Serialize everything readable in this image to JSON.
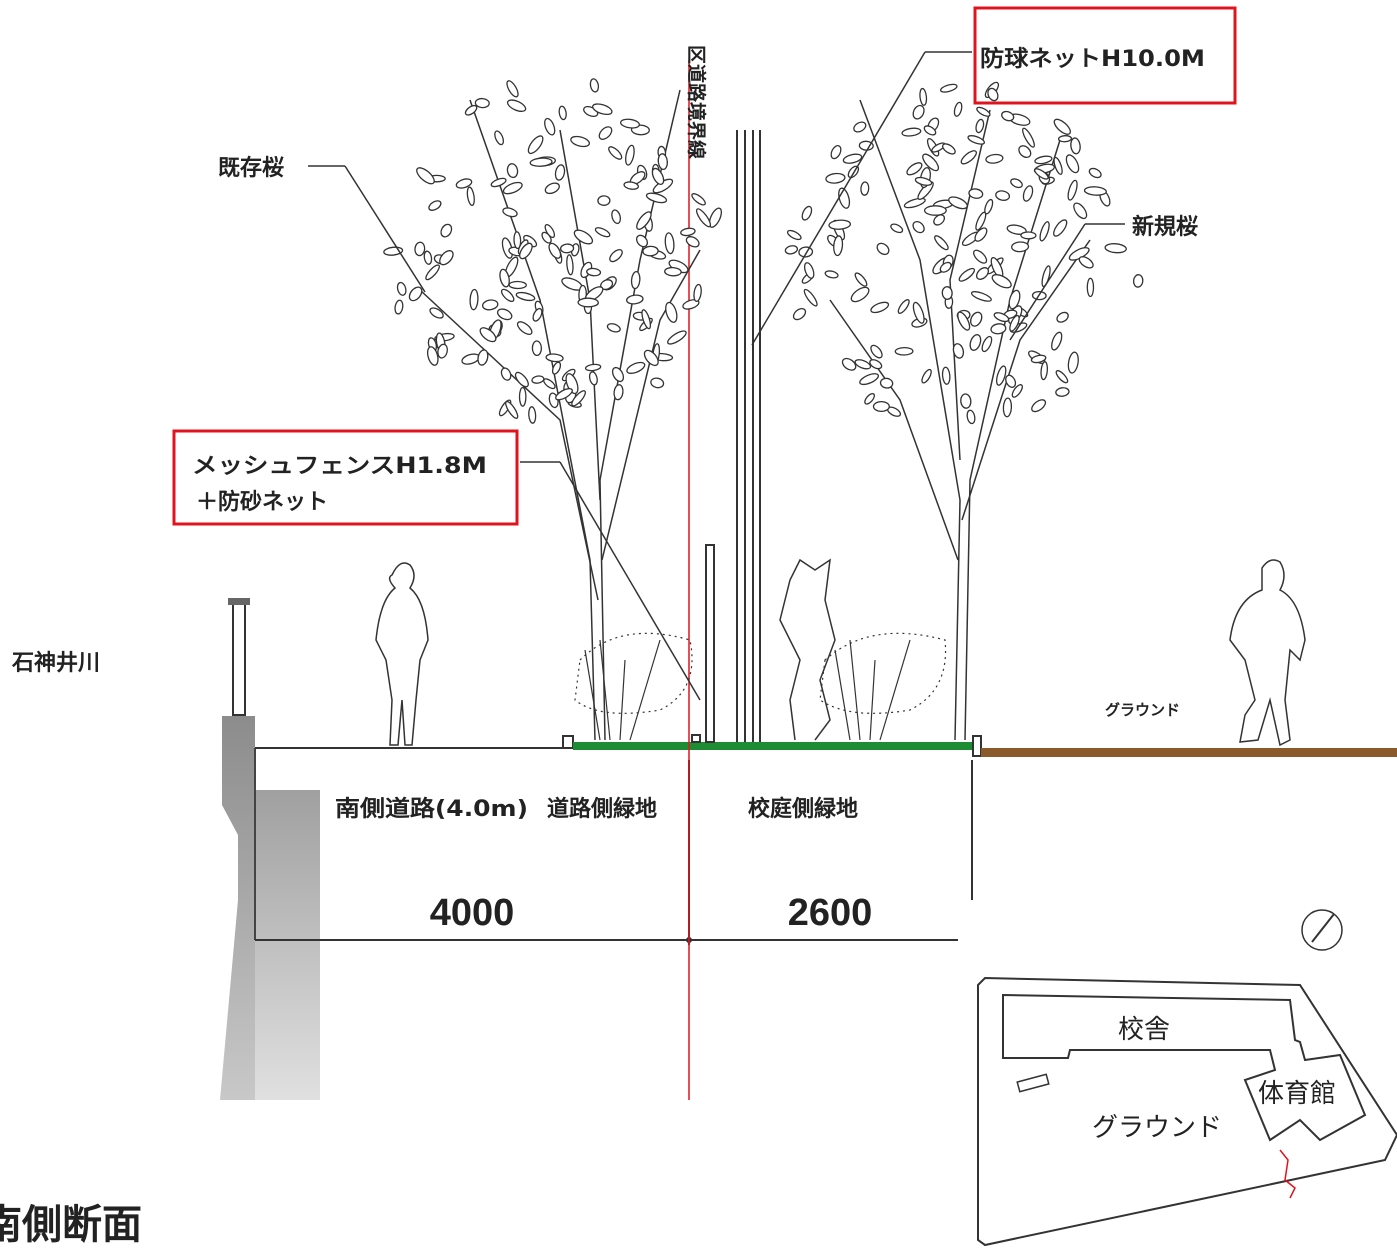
{
  "title": "南側断面",
  "labels": {
    "existing_cherry": "既存桜",
    "new_cherry": "新規桜",
    "ball_net": "防球ネットH10.0M",
    "mesh_fence_line1": "メッシュフェンスH1.8M",
    "mesh_fence_line2": "＋防砂ネット",
    "boundary_line": "区道路境界線",
    "river": "石神井川",
    "ground": "グラウンド",
    "south_road": "南側道路(4.0m)",
    "road_side_green": "道路側緑地",
    "school_side_green": "校庭側緑地"
  },
  "dimensions": {
    "left_width": "4000",
    "right_width": "2600"
  },
  "key_plan": {
    "school_building": "校舎",
    "gymnasium": "体育館",
    "ground": "グラウンド"
  },
  "colors": {
    "highlight_box": "#e0141e",
    "boundary_line": "#e0141e",
    "green_strip": "#1e8c32",
    "ground_line": "#8b5a2b",
    "concrete": "#9a9a9a"
  }
}
